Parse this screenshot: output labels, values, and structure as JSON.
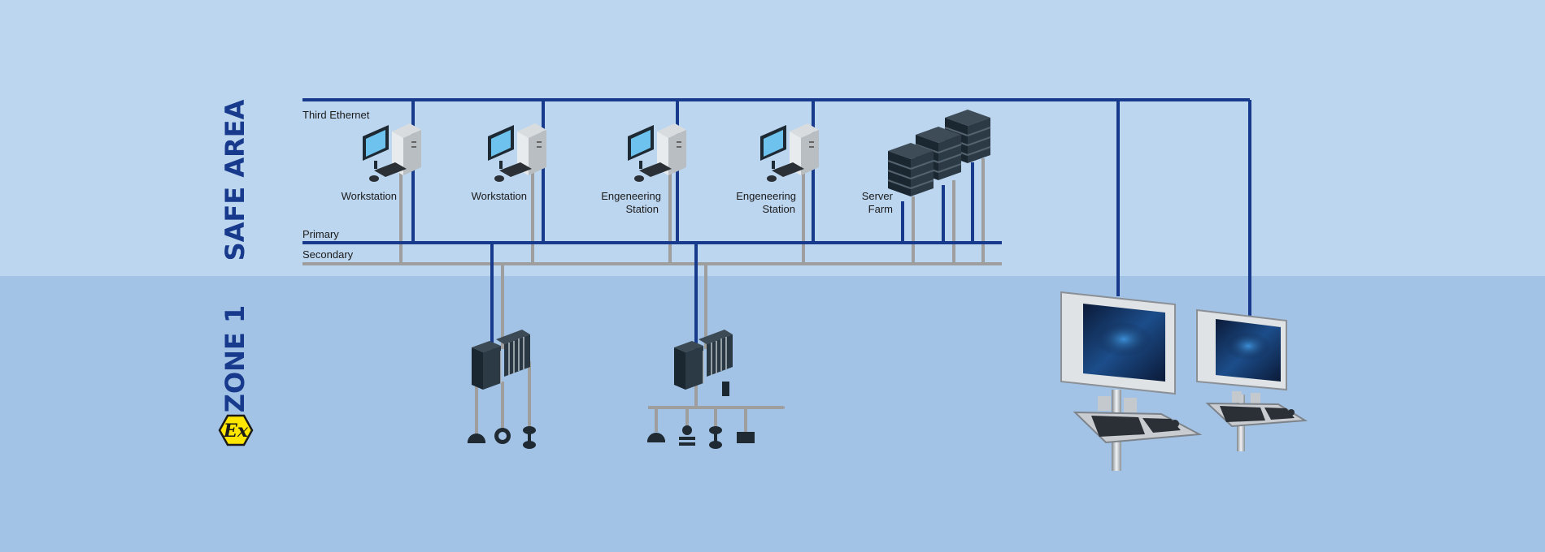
{
  "zones": {
    "safe_area": "SAFE AREA",
    "zone1": "ZONE 1"
  },
  "networks": {
    "third_ethernet": "Third Ethernet",
    "primary": "Primary",
    "secondary": "Secondary"
  },
  "devices": {
    "workstation_1": "Workstation",
    "workstation_2": "Workstation",
    "eng_station_1_line1": "Engeneering",
    "eng_station_1_line2": "Station",
    "eng_station_2_line1": "Engeneering",
    "eng_station_2_line2": "Station",
    "server_farm_line1": "Server",
    "server_farm_line2": "Farm"
  },
  "atex_badge": "Ex",
  "colors": {
    "safe_bg": "#bdd6f0",
    "zone_bg": "#a3c3e6",
    "primary_line": "#173a8c",
    "secondary_line": "#9e9e9e",
    "zone_title": "#173a8c",
    "atex_yellow": "#ffe600"
  }
}
